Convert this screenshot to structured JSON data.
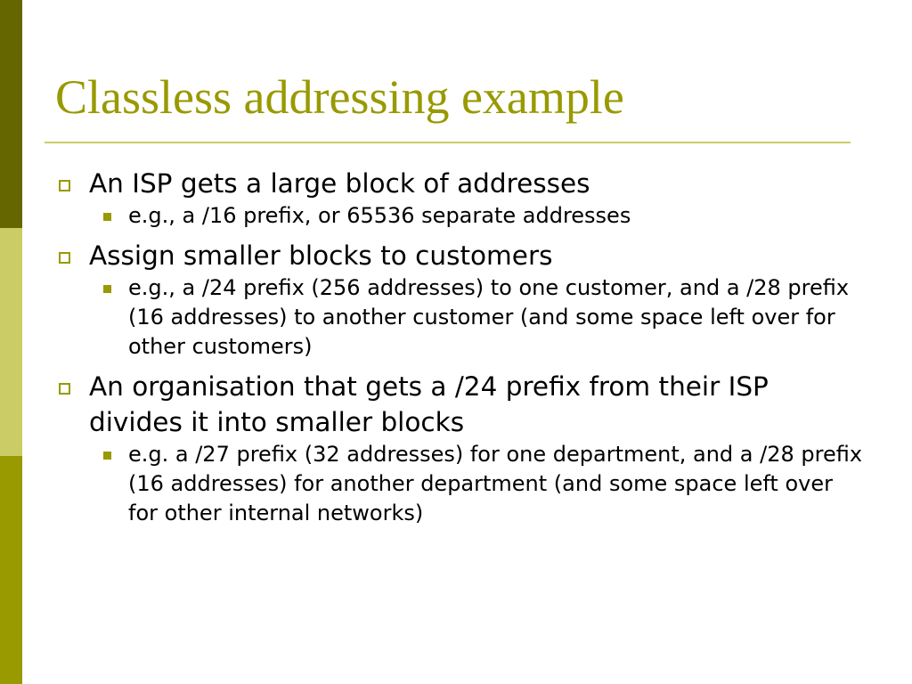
{
  "slide": {
    "title": "Classless addressing example",
    "bullets": [
      {
        "text": "An ISP gets a large block of addresses",
        "sub": [
          "e.g., a /16 prefix, or 65536 separate addresses"
        ]
      },
      {
        "text": "Assign smaller blocks to customers",
        "sub": [
          "e.g., a /24 prefix (256 addresses) to one customer, and a /28 prefix (16 addresses) to another customer (and some space left over for other customers)"
        ]
      },
      {
        "text": "An organisation that gets a /24 prefix from their ISP divides it into smaller blocks",
        "sub": [
          "e.g. a /27 prefix (32 addresses) for one department, and a /28 prefix (16 addresses) for another department (and some space left over for other internal networks)"
        ]
      }
    ]
  },
  "colors": {
    "accent": "#999900",
    "band_dark": "#666600",
    "band_light": "#cccc66",
    "text": "#000000"
  }
}
